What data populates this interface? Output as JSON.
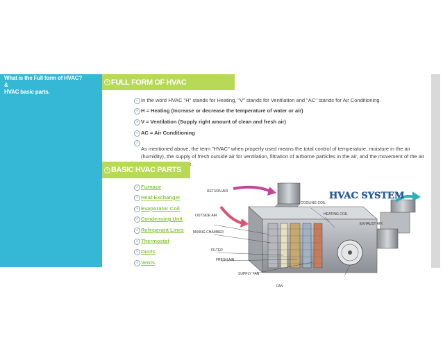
{
  "sidebar": {
    "title_line1": "What is the Full form of HVAC?",
    "title_line2": "&",
    "title_line3": "HVAC basic parts."
  },
  "sections": {
    "full_form_title": "FULL FORM OF HVAC",
    "basic_parts_title": "BASIC HVAC PARTS"
  },
  "full_form": {
    "intro": "In the word HVAC \"H\" stands for Heating, \"V\" stands for Ventilation and \"AC\" stands for Air Conditioning.",
    "h_line": "H = Heating (Increase or decrease the temperature of water or air)",
    "v_line": "V = Ventilation (Supply right amount of clean and fresh air)",
    "ac_line": "AC = Air Conditioning",
    "paragraph": "As mentioned above, the term \"HVAC\" when properly used means the total control of temperature, moisture in the air (humidity), the supply of fresh outside air for ventilation, filtration of airborne particles in the air, and the movement of the air in the occupied space."
  },
  "parts": [
    "Furnace",
    "Heat Exchanger",
    "Evaporator Coil",
    "Condensing Unit",
    "Refrigerant Lines",
    "Thermostat",
    "Ducts",
    "Vents"
  ],
  "diagram": {
    "title": "HVAC SYSTEM",
    "labels": [
      "RETURN AIR",
      "OUTSIDE AIR",
      "MIXING CHAMBER",
      "FILTER",
      "FRESH AIR",
      "COOLING COIL",
      "HEATING COIL",
      "EXHAUST AIR",
      "SUPPLY FAN",
      "FAN"
    ]
  },
  "colors": {
    "sidebar": "#35b8d6",
    "header": "#b7d955",
    "link": "#8dc63f",
    "title": "#1e5fa8"
  }
}
